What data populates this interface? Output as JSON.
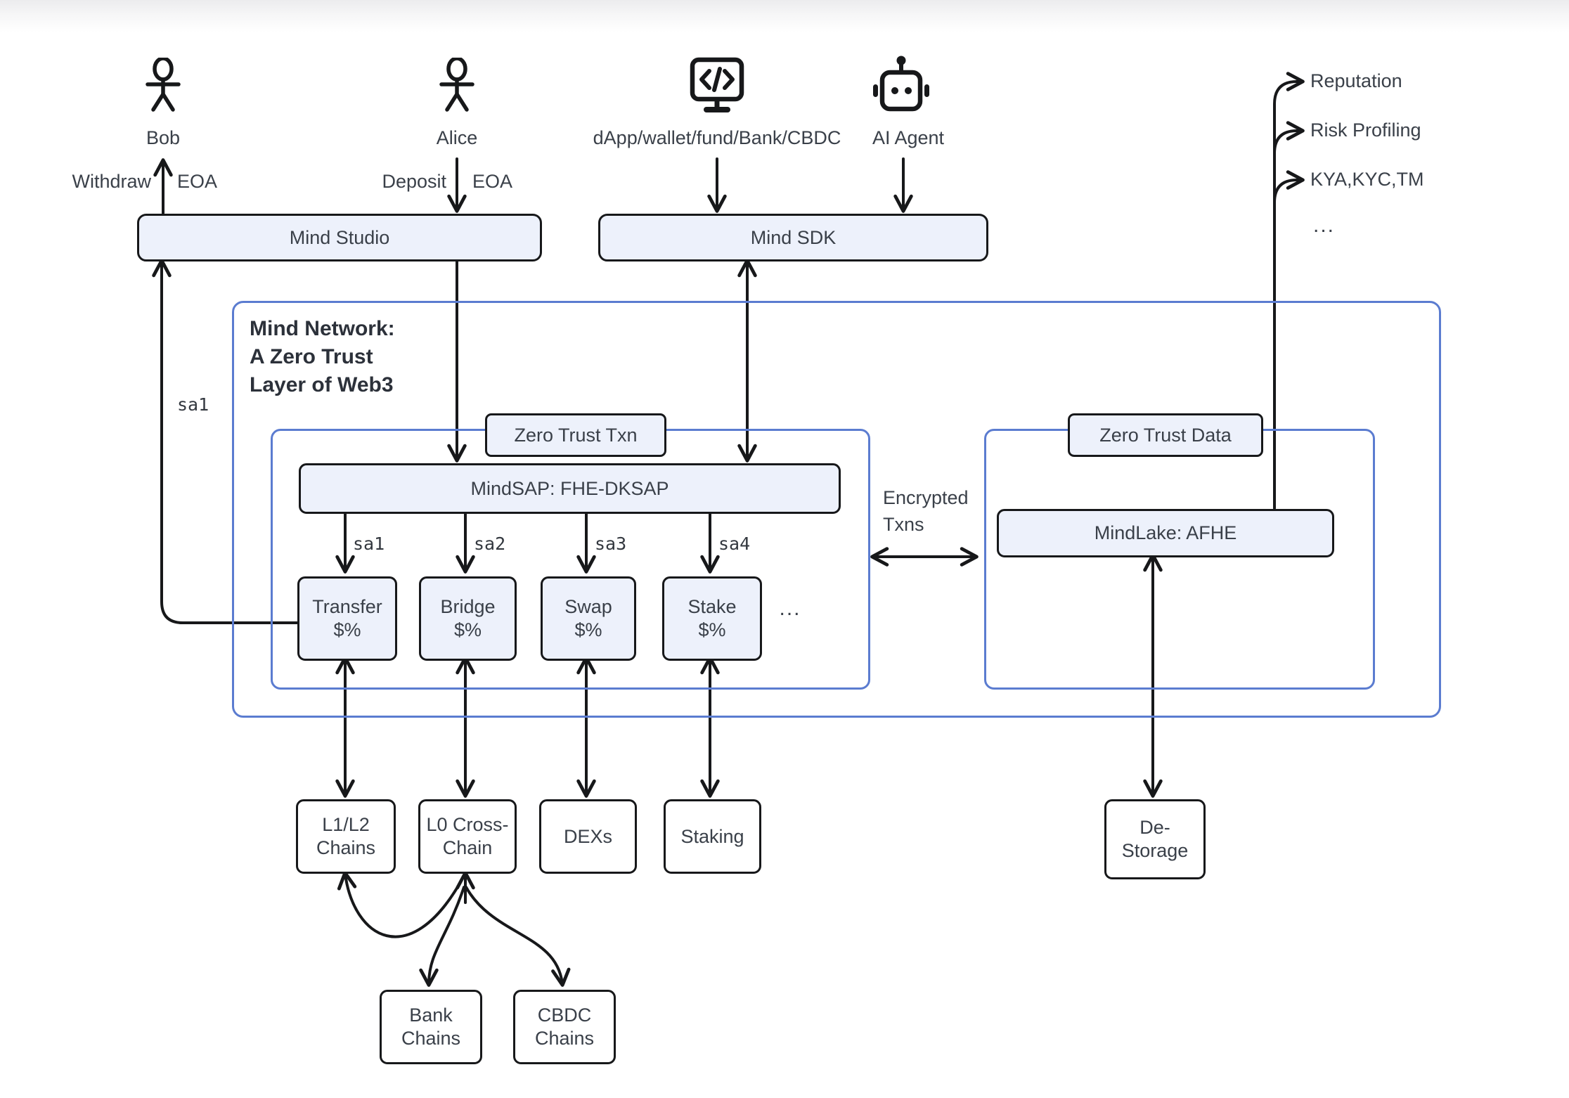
{
  "colors": {
    "accent_blue": "#5b7cd0",
    "box_fill": "#edf1fb",
    "line": "#17181a",
    "text": "#3a4049"
  },
  "actors": [
    {
      "id": "bob",
      "label": "Bob",
      "icon": "person-icon"
    },
    {
      "id": "alice",
      "label": "Alice",
      "icon": "person-icon"
    },
    {
      "id": "dapp",
      "label": "dApp/wallet/fund/Bank/CBDC",
      "icon": "code-monitor-icon"
    },
    {
      "id": "ai_agent",
      "label": "AI Agent",
      "icon": "robot-icon"
    }
  ],
  "edge_labels": {
    "withdraw": "Withdraw",
    "eoa_left": "EOA",
    "deposit": "Deposit",
    "eoa_right": "EOA",
    "sa_feedback": "sa1",
    "sa": [
      "sa1",
      "sa2",
      "sa3",
      "sa4"
    ],
    "encrypted_line1": "Encrypted",
    "encrypted_line2": "Txns",
    "services_more": "...",
    "outputs_more": "..."
  },
  "top_boxes": {
    "mind_studio": "Mind Studio",
    "mind_sdk": "Mind SDK"
  },
  "network": {
    "title_lines": [
      "Mind Network:",
      "A Zero Trust",
      "Layer of Web3"
    ],
    "txn_group_label": "Zero Trust Txn",
    "data_group_label": "Zero Trust Data",
    "mindsap": "MindSAP: FHE-DKSAP",
    "mindlake": "MindLake: AFHE"
  },
  "services": [
    {
      "name": "Transfer",
      "sub": "$%"
    },
    {
      "name": "Bridge",
      "sub": "$%"
    },
    {
      "name": "Swap",
      "sub": "$%"
    },
    {
      "name": "Stake",
      "sub": "$%"
    }
  ],
  "bottom_boxes": [
    {
      "lines": [
        "L1/L2",
        "Chains"
      ]
    },
    {
      "lines": [
        "L0 Cross-",
        "Chain"
      ]
    },
    {
      "lines": [
        "DEXs",
        ""
      ]
    },
    {
      "lines": [
        "Staking",
        ""
      ]
    },
    {
      "lines": [
        "De-",
        "Storage"
      ]
    }
  ],
  "chain_boxes": [
    {
      "lines": [
        "Bank",
        "Chains"
      ]
    },
    {
      "lines": [
        "CBDC",
        "Chains"
      ]
    }
  ],
  "data_outputs": [
    "Reputation",
    "Risk Profiling",
    "KYA,KYC,TM"
  ]
}
